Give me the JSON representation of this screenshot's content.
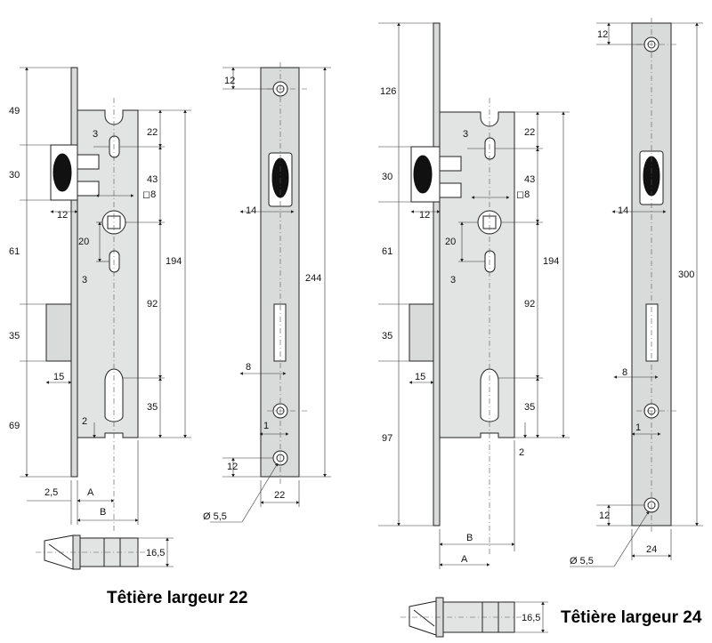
{
  "captions": {
    "left": "Têtière largeur 22",
    "right": "Têtière largeur 24"
  },
  "lock22": {
    "dims": {
      "d49": "49",
      "d30": "30",
      "d12": "12",
      "d61": "61",
      "d35": "35",
      "d15": "15",
      "d69": "69",
      "d2_5": "2,5",
      "dA": "A",
      "dB": "B",
      "d3a": "3",
      "d22": "22",
      "d43": "43",
      "d8sq": "◻8",
      "d20": "20",
      "d3b": "3",
      "d194": "194",
      "d92": "92",
      "d35b": "35",
      "d2": "2",
      "d16_5": "16,5"
    }
  },
  "plate22": {
    "dims": {
      "d12a": "12",
      "d14": "14",
      "d244": "244",
      "d8": "8",
      "d1": "1",
      "d12b": "12",
      "d22": "22",
      "dia": "Ø 5,5"
    }
  },
  "lock24": {
    "dims": {
      "d126": "126",
      "d30": "30",
      "d12": "12",
      "d61": "61",
      "d35": "35",
      "d15": "15",
      "d97": "97",
      "d3a": "3",
      "d22": "22",
      "d43": "43",
      "d8sq": "◻8",
      "d20": "20",
      "d3b": "3",
      "d194": "194",
      "d92": "92",
      "d35b": "35",
      "d2": "2",
      "dB": "B",
      "dA": "A",
      "d16_5": "16,5"
    }
  },
  "plate24": {
    "dims": {
      "d12a": "12",
      "d14": "14",
      "d300": "300",
      "d8": "8",
      "d1": "1",
      "d12b": "12",
      "d24": "24",
      "dia": "Ø 5,5"
    }
  }
}
